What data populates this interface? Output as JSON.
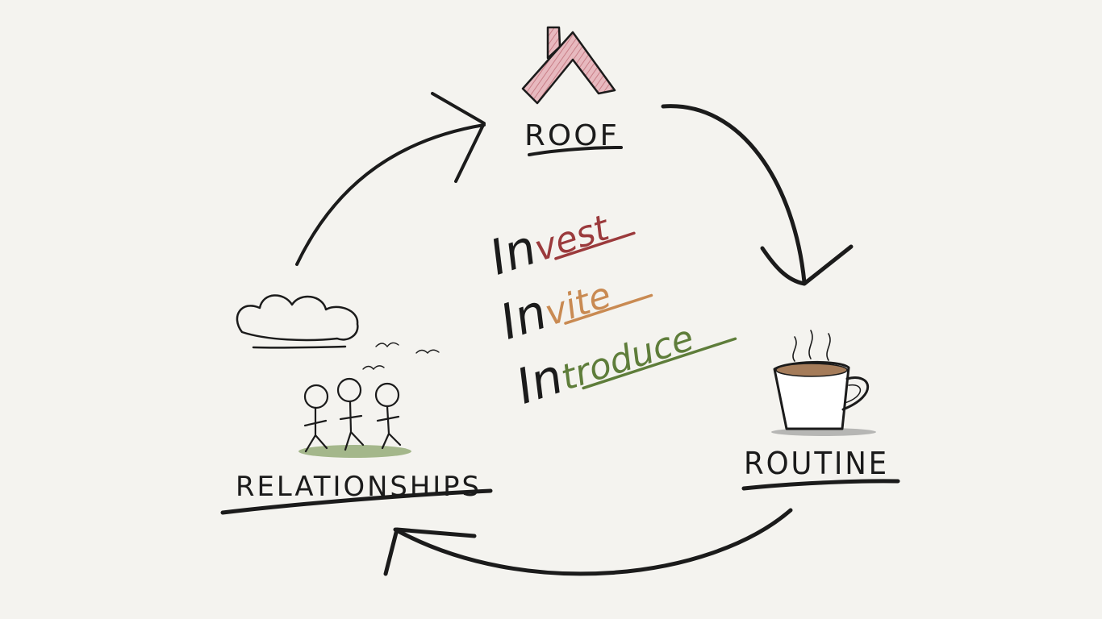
{
  "diagram": {
    "nodes": {
      "roof": {
        "label": "ROOF",
        "icon": "house-roof-icon"
      },
      "routine": {
        "label": "ROUTINE",
        "icon": "coffee-cup-icon"
      },
      "relationships": {
        "label": "RELATIONSHIPS",
        "icon": "people-outdoors-icon"
      }
    },
    "center": {
      "items": [
        {
          "prefix": "In",
          "suffix": "vest",
          "color": "#9b3a3c"
        },
        {
          "prefix": "In",
          "suffix": "vite",
          "color": "#c98a52"
        },
        {
          "prefix": "In",
          "suffix": "troduce",
          "color": "#5e7d3a"
        }
      ]
    },
    "colors": {
      "ink": "#1b1b1b",
      "roof": "#c97f88",
      "coffee": "#a57c5a",
      "grass": "#8aa36a",
      "background": "#f4f3ef"
    }
  }
}
